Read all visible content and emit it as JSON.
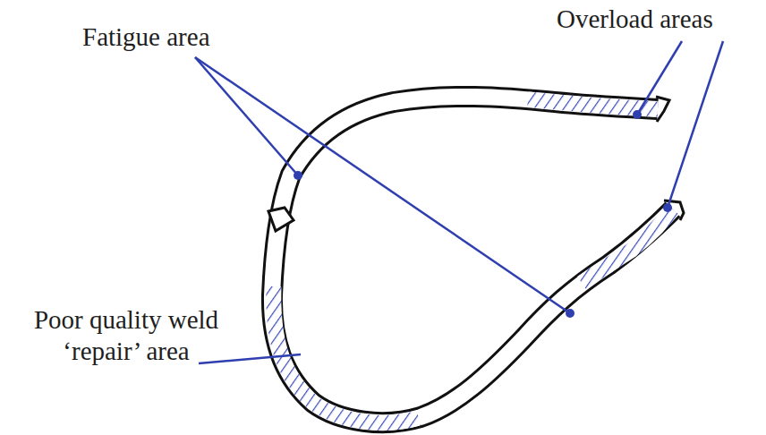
{
  "diagram": {
    "labels": [
      "Fatigue area",
      "Overload areas",
      "Poor quality weld ‘repair’ area"
    ]
  }
}
